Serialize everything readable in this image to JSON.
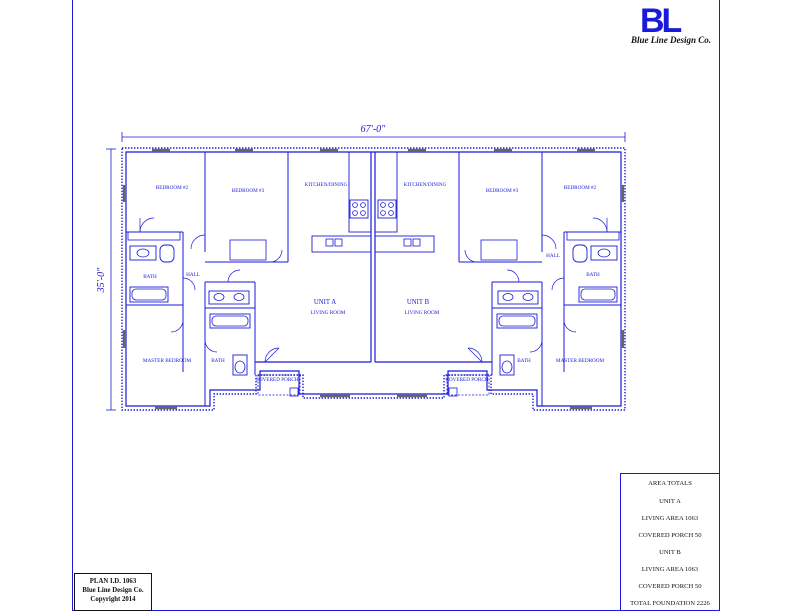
{
  "brand": {
    "mark": "BL",
    "name": "Blue Line Design Co."
  },
  "dimensions": {
    "width": "67'-0\"",
    "depth": "35'-0\""
  },
  "rooms": {
    "bedroom2": "BEDROOM #2",
    "bedroom3": "BEDROOM #3",
    "kitchen_dining": "KITCHEN/DINING",
    "bath": "BATH",
    "hall": "HALL",
    "master_bedroom": "MASTER BEDROOM",
    "covered_porch": "COVERED PORCH",
    "living_room": "LIVING ROOM"
  },
  "units": {
    "a": "UNIT A",
    "b": "UNIT B"
  },
  "area_totals": {
    "title": "AREA TOTALS",
    "unit_a": "UNIT A",
    "unit_a_living": "LIVING AREA 1063",
    "unit_a_porch": "COVERED PORCH 50",
    "unit_b": "UNIT B",
    "unit_b_living": "LIVING AREA 1063",
    "unit_b_porch": "COVERED PORCH 50",
    "total_foundation": "TOTAL FOUNDATION 2226"
  },
  "plan_id": {
    "id": "PLAN I.D. 1063",
    "company": "Blue Line Design Co.",
    "copyright": "Copyright 2014"
  }
}
